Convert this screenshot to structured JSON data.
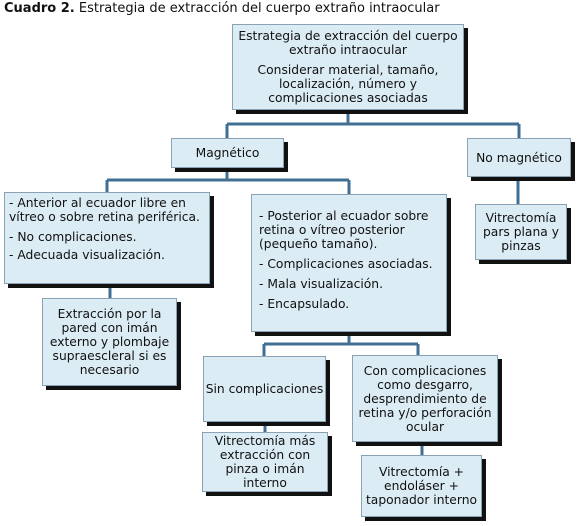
{
  "caption": {
    "label": "Cuadro 2.",
    "text": " Estrategia de extracción del cuerpo extraño intraocular"
  },
  "diagram": {
    "root": {
      "title": "Estrategia de extracción del cuerpo extraño intraocular",
      "subtitle": "Considerar material, tamaño, localización, número y complicaciones asociadas"
    },
    "magnetico": "Magnético",
    "no_magnetico": "No magnético",
    "anterior": [
      "- Anterior al ecuador libre en vítreo o sobre retina periférica.",
      "- No complicaciones.",
      "- Adecuada visualización."
    ],
    "posterior": [
      "- Posterior al ecuador sobre retina o vítreo posterior (pequeño tamaño).",
      "- Complicaciones  asociadas.",
      "- Mala visualización.",
      "- Encapsulado."
    ],
    "extraccion_iman": "Extracción por la pared con imán externo y plombaje supraescleral si es necesario",
    "vitrectomia_pars_plana": "Vitrectomía pars plana y pinzas",
    "sin_complicaciones": "Sin complicaciones",
    "con_complicaciones": "Con complicaciones como desgarro, desprendimiento de retina y/o perforación ocular",
    "vitrectomia_extraccion": "Vitrectomía más extracción con pinza o imán interno",
    "vitrectomia_endolaser": "Vitrectomía + endoláser + taponador interno"
  }
}
